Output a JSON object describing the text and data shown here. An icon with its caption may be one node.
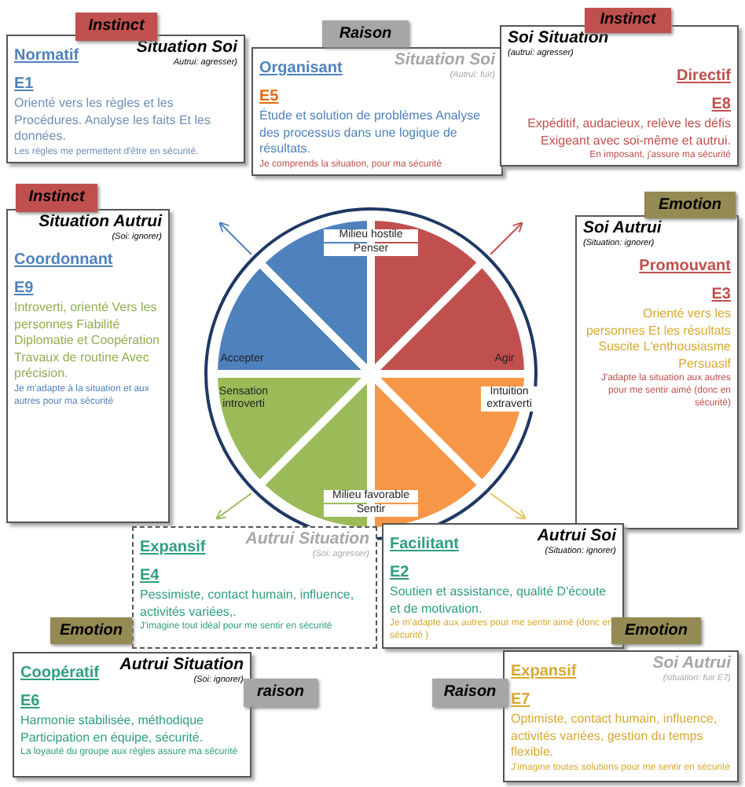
{
  "diagram": {
    "nodes": [
      {
        "text": [
          "Instinct"
        ]
      },
      {
        "text": [
          "Normatif",
          "E1",
          "Situation Soi",
          "Autrui: agresser)",
          "Orienté vers les règles et les Procédures. Analyse les faits Et les données.",
          "Les règles me permettent d'être en sécurité."
        ]
      },
      {
        "text": [
          "Raison"
        ]
      },
      {
        "text": [
          "Organisant",
          "E5",
          "Situation Soi",
          "(Autrui: fuir)",
          "Étude et solution de problèmes Analyse des processus dans une logique de résultats.",
          "Je comprends la situation, pour ma sécurité"
        ]
      },
      {
        "text": [
          "Instinct"
        ]
      },
      {
        "text": [
          "Soi Situation",
          "(autrui: agresser)",
          "Directif",
          "E8",
          "Expéditif, audacieux, relève les défis Exigeant avec soi-même et autrui.",
          "En imposant, j'assure ma sécurité"
        ]
      },
      {
        "text": [
          "Instinct"
        ]
      },
      {
        "text": [
          "Situation Autrui",
          "(Soi: ignorer)",
          "Coordonnant",
          "E9",
          "Introverti, orienté Vers les personnes Fiabilité Diplomatie et Coopération Travaux de routine Avec précision.",
          "Je m'adapte à la situation et aux autres pour ma sécurité"
        ]
      },
      {
        "text": [
          "Emotion"
        ]
      },
      {
        "text": [
          "Soi Autrui",
          "(Situation: ignorer)",
          "Promouvant",
          "E3",
          "Orienté vers les personnes Et les résultats Suscite L'enthousiasme Persuasif",
          "J'adapte la situation aux autres pour me sentir aimé (donc en sécurité)"
        ]
      },
      {
        "text": [
          "Expansif",
          "E4",
          "Autrui Situation",
          "(Soi: agresser)",
          "Pessimiste, contact humain, influence, activités variées,.",
          "J'imagine tout idéal pour me sentir en sécurité"
        ]
      },
      {
        "text": [
          "Facilitant",
          "E2",
          "Autrui Soi",
          "(Situation: ignorer)",
          "Soutien et assistance, qualité D'écoute et de motivation.",
          "Je m'adapte aux autres pour me sentir aimé (donc en sécurité )"
        ]
      },
      {
        "text": [
          "Emotion"
        ]
      },
      {
        "text": [
          "Coopératif",
          "E6",
          "Autrui Situation",
          "(Soi: ignorer)",
          "Harmonie stabilisée, méthodique Participation en équipe, sécurité.",
          "La loyauté du groupe aux règles assure ma sécurité"
        ]
      },
      {
        "text": [
          "raison"
        ]
      },
      {
        "text": [
          "Emotion"
        ]
      },
      {
        "text": [
          "Raison"
        ]
      },
      {
        "text": [
          "Expansif",
          "E7",
          "Soi Autrui",
          "(situation: fuir E7)",
          "Optimiste, contact humain, influence, activités variées, gestion du temps flexible.",
          "J'imagine toutes solutions pour me sentir en sécurité"
        ]
      }
    ],
    "labels": [
      "Milieu hostile",
      "Penser",
      "Agir",
      "Intuition extraverti",
      "Milieu favorable",
      "Sentir",
      "Sensation introverti",
      "Accepter"
    ]
  }
}
